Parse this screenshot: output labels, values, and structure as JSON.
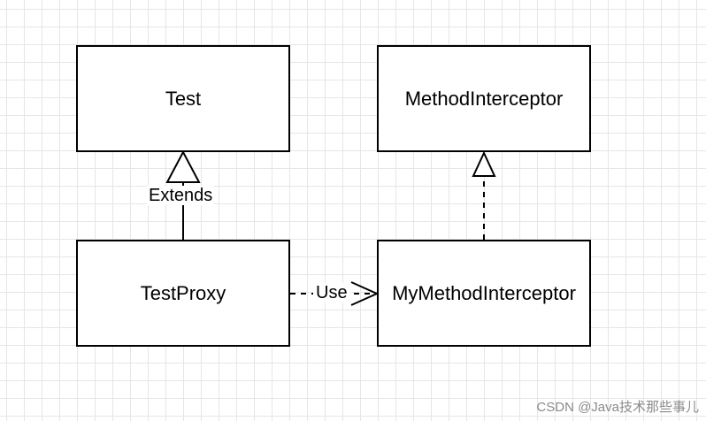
{
  "diagram": {
    "nodes": {
      "test": "Test",
      "method_interceptor": "MethodInterceptor",
      "test_proxy": "TestProxy",
      "my_method_interceptor": "MyMethodInterceptor"
    },
    "edges": {
      "extends_label": "Extends",
      "use_label": "Use"
    }
  },
  "watermark": "CSDN @Java技术那些事儿",
  "colors": {
    "line": "#000000",
    "grid_minor": "#e6e6e6",
    "grid_major": "#cfcfcf",
    "watermark": "#8a8a8a"
  }
}
